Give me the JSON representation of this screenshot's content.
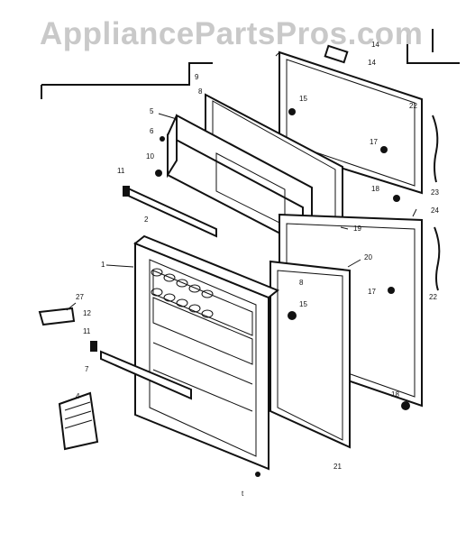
{
  "watermark": "AppliancePartsPros.com",
  "parts": {
    "p1": "1",
    "p2": "2",
    "p4": "4",
    "p5": "5",
    "p6": "6",
    "p7": "7",
    "p8": "8",
    "p9": "9",
    "p10": "10",
    "p11a": "11",
    "p11b": "11",
    "p12": "12",
    "p14a": "14",
    "p14b": "14",
    "p15a": "15",
    "p15b": "15",
    "p17a": "17",
    "p17b": "17",
    "p18a": "18",
    "p18b": "18",
    "p19": "19",
    "p20": "20",
    "p21": "21",
    "p22a": "22",
    "p22b": "22",
    "p23": "23",
    "p24": "24",
    "p27": "27",
    "pt": "t"
  }
}
